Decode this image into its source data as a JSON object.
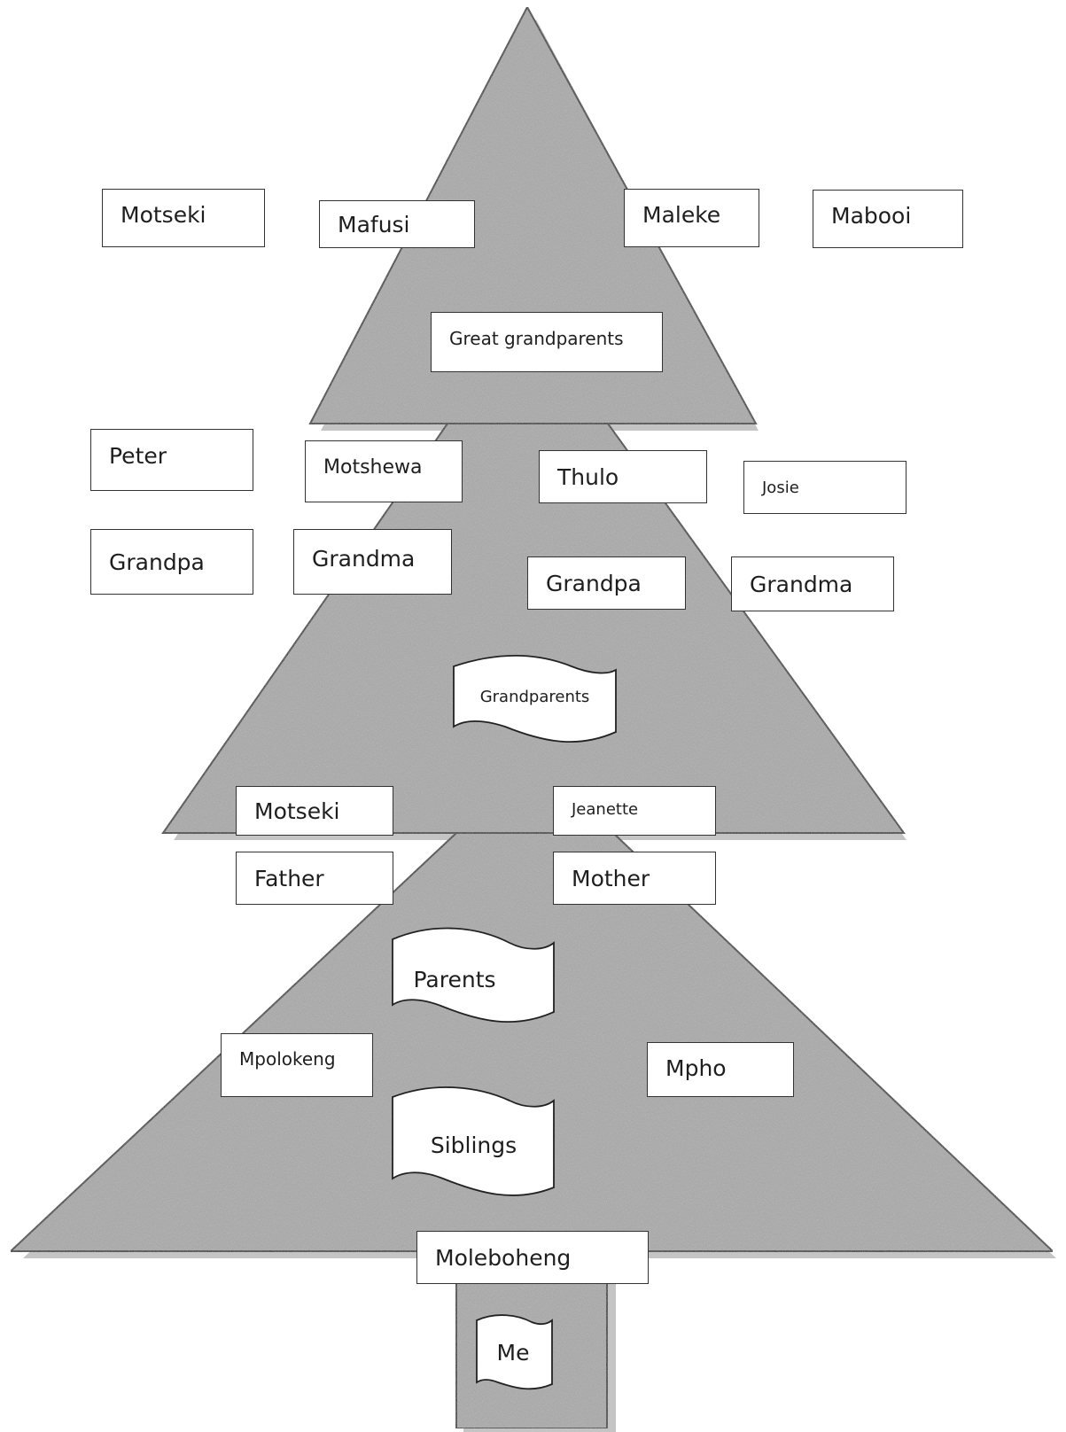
{
  "great_grandparents": {
    "names": [
      "Motseki",
      "Mafusi",
      "Maleke",
      "Mabooi"
    ],
    "level_label": "Great grandparents"
  },
  "grandparents": {
    "names": [
      "Peter",
      "Motshewa",
      "Thulo",
      "Josie"
    ],
    "roles": [
      "Grandpa",
      "Grandma",
      "Grandpa",
      "Grandma"
    ],
    "level_label": "Grandparents"
  },
  "parents": {
    "father_name": "Motseki",
    "mother_name": "Jeanette",
    "father_role": "Father",
    "mother_role": "Mother",
    "level_label": "Parents"
  },
  "siblings": {
    "names": [
      "Mpolokeng",
      "Mpho"
    ],
    "level_label": "Siblings"
  },
  "me": {
    "name": "Moleboheng",
    "level_label": "Me"
  },
  "colors": {
    "tree_fill": "#a9a9a9",
    "tree_shadow": "#c4c4c4",
    "outline": "#333333",
    "box_fill": "#ffffff"
  }
}
